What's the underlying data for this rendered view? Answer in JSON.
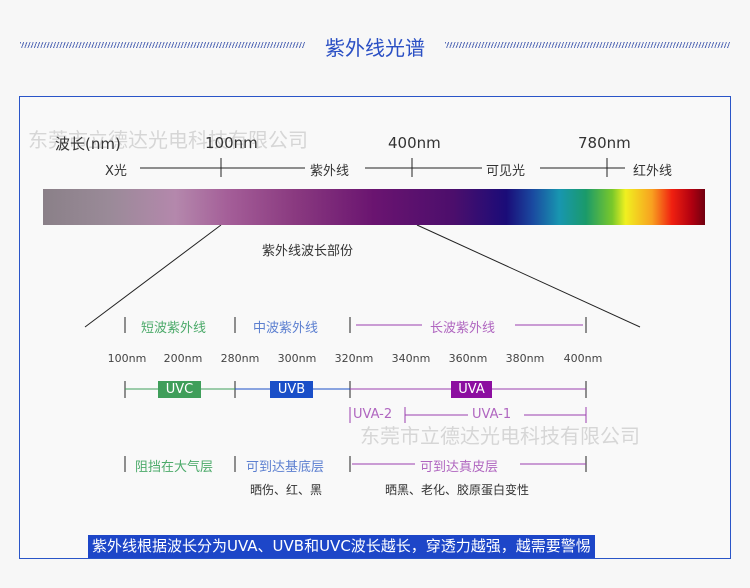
{
  "header": {
    "title": "紫外线光谱"
  },
  "watermark": "东莞市立德达光电科技有限公司",
  "spectrum": {
    "axis_label": "波长(nm)",
    "ticks": [
      "100nm",
      "400nm",
      "780nm"
    ],
    "regions": [
      "X光",
      "紫外线",
      "可见光",
      "红外线"
    ],
    "uv_section_label": "紫外线波长部份"
  },
  "uv": {
    "bands": [
      "短波紫外线",
      "中波紫外线",
      "长波紫外线"
    ],
    "wavelengths": [
      "100nm",
      "200nm",
      "280nm",
      "300nm",
      "320nm",
      "340nm",
      "360nm",
      "380nm",
      "400nm"
    ],
    "codes": [
      "UVC",
      "UVB",
      "UVA"
    ],
    "uva_sub": [
      "UVA-2",
      "UVA-1"
    ],
    "penetration": [
      "阻挡在大气层",
      "可到达基底层",
      "可到达真皮层"
    ],
    "effects": [
      "晒伤、红、黑",
      "晒黑、老化、胶原蛋白变性"
    ]
  },
  "colors": {
    "uvc": "#3f9e5a",
    "uvb": "#1a4fc8",
    "uva": "#8c0ea0",
    "accent": "#1d46c8"
  },
  "banner": "紫外线根据波长分为UVA、UVB和UVC波长越长，穿透力越强，越需要警惕"
}
